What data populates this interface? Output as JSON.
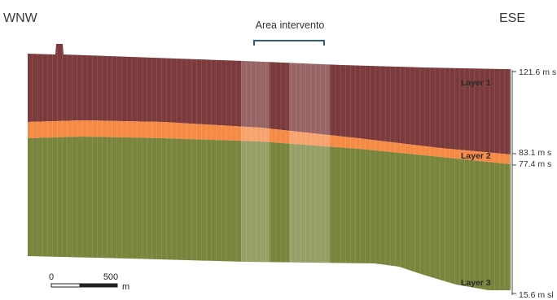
{
  "directions": {
    "west": "WNW",
    "east": "ESE"
  },
  "area": {
    "label": "Area intervento"
  },
  "layers": [
    {
      "label": "Layer 1",
      "color": "#7b3a3c"
    },
    {
      "label": "Layer 2",
      "color": "#f58a45"
    },
    {
      "label": "Layer 3",
      "color": "#79843c"
    }
  ],
  "elevations": [
    {
      "label": "121.6 m s"
    },
    {
      "label": "83.1 m s"
    },
    {
      "label": "77.4 m s"
    },
    {
      "label": "15.6 m sl"
    }
  ],
  "scale_bar": {
    "start_label": "0",
    "end_label": "500",
    "unit": "m"
  },
  "colors": {
    "bracket": "#2b5d88",
    "highlight_overlay": "#ffffff",
    "column_separator": "#ffffff",
    "axis": "#444444"
  }
}
